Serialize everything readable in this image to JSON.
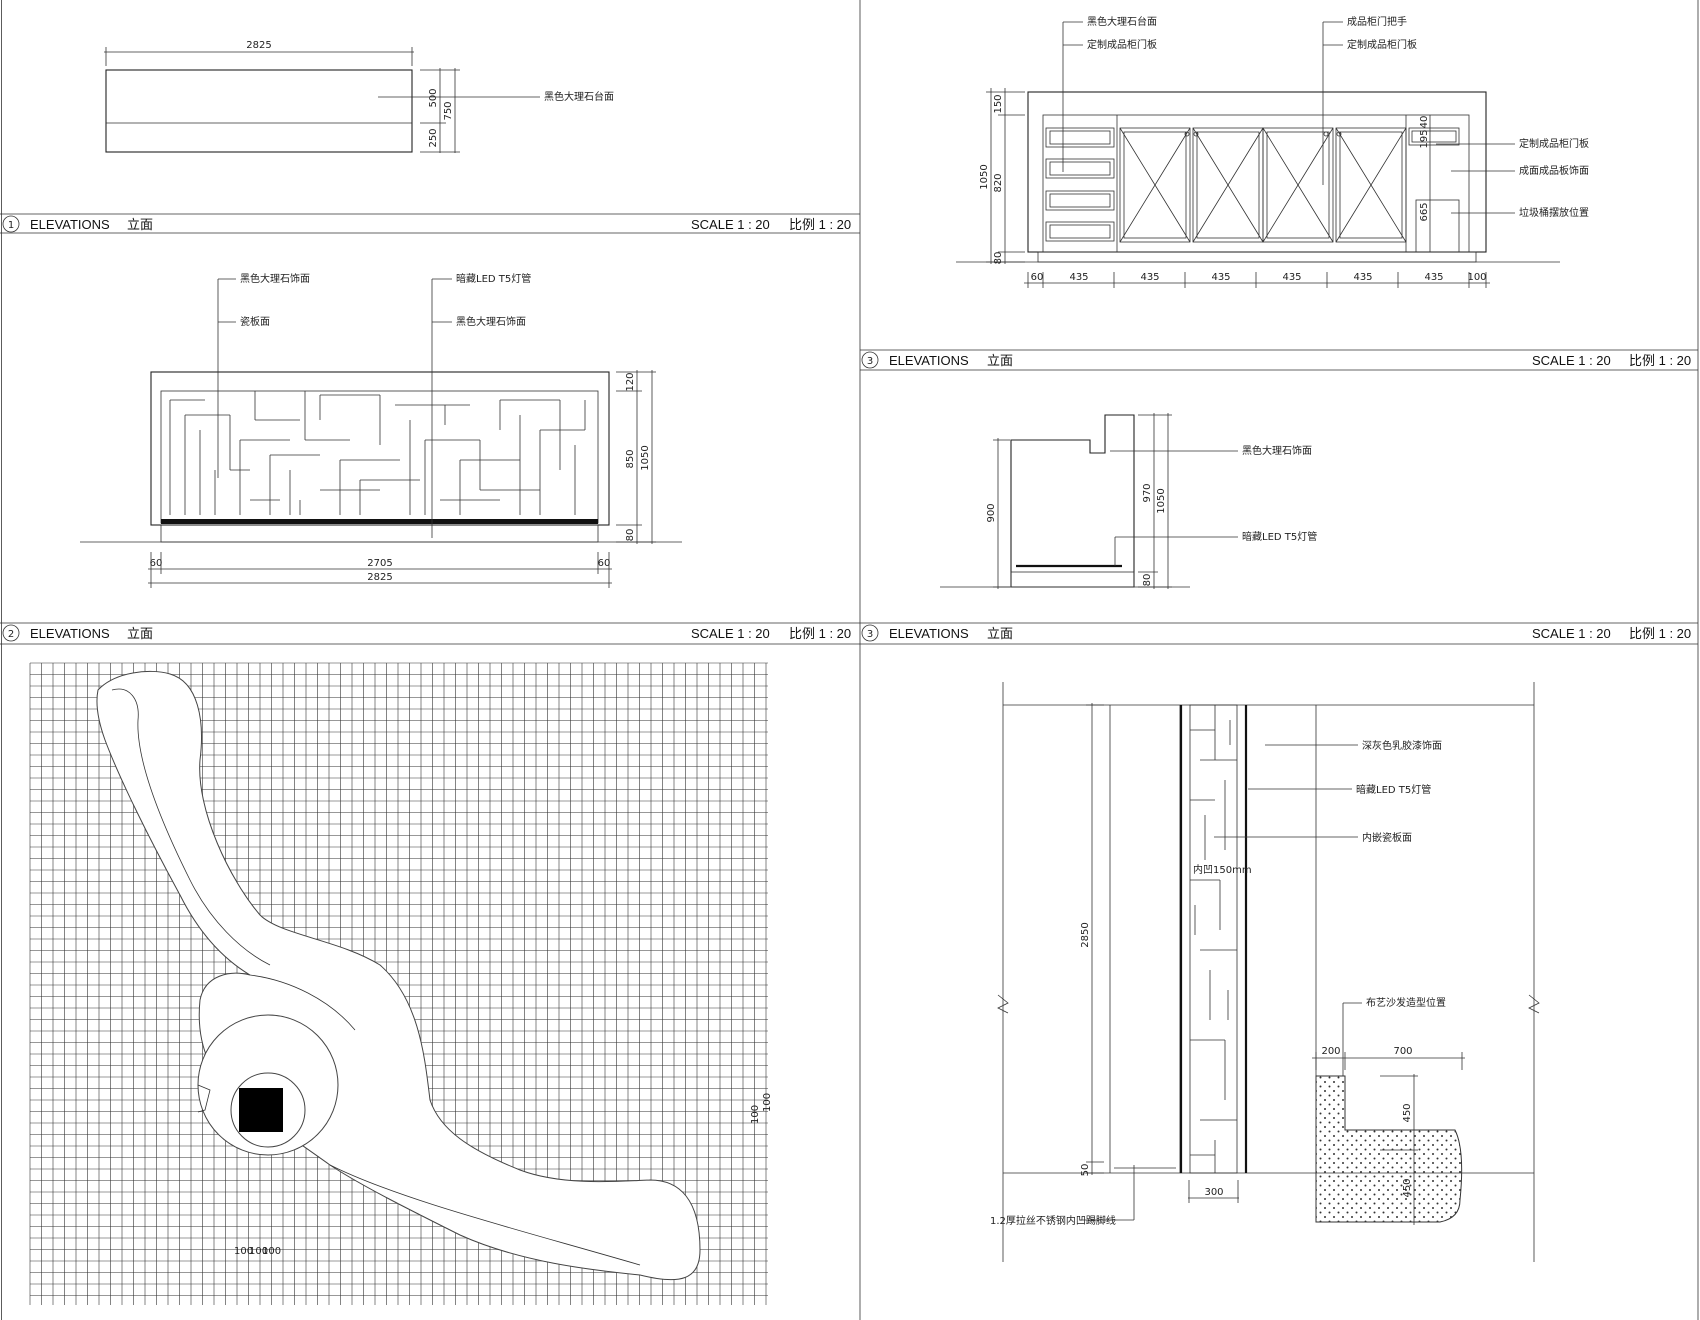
{
  "panels": [
    {
      "id": "1",
      "number": "1",
      "title_en": "ELEVATIONS",
      "title_cn": "立面",
      "scale_en": "SCALE 1 : 20",
      "scale_cn": "比例 1 : 20"
    },
    {
      "id": "2",
      "number": "2",
      "title_en": "ELEVATIONS",
      "title_cn": "立面",
      "scale_en": "SCALE 1 : 20",
      "scale_cn": "比例 1 : 20"
    },
    {
      "id": "3a",
      "number": "3",
      "title_en": "ELEVATIONS",
      "title_cn": "立面",
      "scale_en": "SCALE 1 : 20",
      "scale_cn": "比例 1 : 20"
    },
    {
      "id": "3b",
      "number": "3",
      "title_en": "ELEVATIONS",
      "title_cn": "立面",
      "scale_en": "SCALE 1 : 20",
      "scale_cn": "比例 1 : 20"
    }
  ],
  "top_view": {
    "dim_width": "2825",
    "dim_depth_a": "500",
    "dim_depth_b": "250",
    "dim_total": "750",
    "label_top": "黑色大理石台面"
  },
  "front_elev": {
    "labels": {
      "stone_a": "黑色大理石饰面",
      "tile": "瓷板面",
      "led": "暗藏LED T5灯管",
      "stone_b": "黑色大理石饰面"
    },
    "dims": {
      "left": "60",
      "mid": "2705",
      "right": "60",
      "total": "2825",
      "h_top": "120",
      "h_mid": "850",
      "h_total": "1050",
      "h_base": "80"
    }
  },
  "cabinet_elev": {
    "labels": {
      "stone_top": "黑色大理石台面",
      "door_panel_l": "定制成品柜门板",
      "handle": "成品柜门把手",
      "door_panel_r": "定制成品柜门板",
      "door_panel_side": "定制成品柜门板",
      "base_panel": "成面成品板饰面",
      "bin": "垃圾桶摆放位置"
    },
    "dims": {
      "h_top": "150",
      "h_mid": "820",
      "h_total": "1050",
      "h_base": "80",
      "bin_h": "665",
      "drawer_h": "195",
      "small": "40",
      "w_left": "60",
      "w_right": "100",
      "w_col": "435"
    }
  },
  "side_elev": {
    "labels": {
      "stone": "黑色大理石饰面",
      "led": "暗藏LED T5灯管"
    },
    "dims": {
      "h_low": "900",
      "h_high": "970",
      "h_total": "1050",
      "h_base": "80"
    }
  },
  "plan": {
    "dims": {
      "grid_a": "100",
      "grid_b": "100",
      "grid_c": "100",
      "grid_side_a": "100",
      "grid_side_b": "100"
    }
  },
  "wall_elev": {
    "labels": {
      "paint": "深灰色乳胶漆饰面",
      "led": "暗藏LED T5灯管",
      "tile": "内嵌瓷板面",
      "recess": "内凹150mm",
      "sofa": "布艺沙发造型位置",
      "skirting": "1.2厚拉丝不锈钢内凹踢脚线"
    },
    "dims": {
      "height": "2850",
      "base": "50",
      "width": "300",
      "sofa_a": "200",
      "sofa_b": "700",
      "sofa_c": "450",
      "sofa_d": "450"
    }
  }
}
